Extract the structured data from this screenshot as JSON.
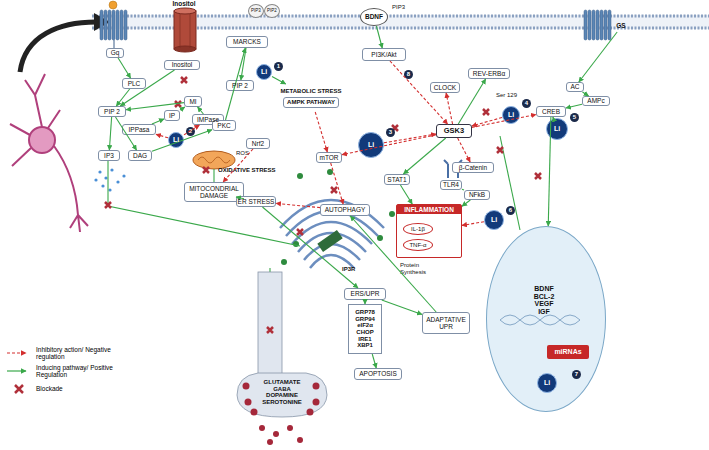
{
  "diagram": {
    "nodes": [
      {
        "text": [
          "Gq"
        ]
      },
      {
        "text": [
          "Inositol"
        ]
      },
      {
        "text": [
          "Inositol"
        ]
      },
      {
        "text": [
          "PIP3"
        ]
      },
      {
        "text": [
          "PIP2"
        ]
      },
      {
        "text": [
          "MARCKS"
        ]
      },
      {
        "text": [
          "BDNF"
        ]
      },
      {
        "text": [
          "PI3K/Akt"
        ]
      },
      {
        "text": [
          "GS"
        ]
      },
      {
        "text": [
          "AC"
        ]
      },
      {
        "text": [
          "AMPc"
        ]
      },
      {
        "text": [
          "CREB"
        ]
      },
      {
        "text": [
          "PLC"
        ]
      },
      {
        "text": [
          "PIP 2"
        ]
      },
      {
        "text": [
          "MI"
        ]
      },
      {
        "text": [
          "IMPase"
        ]
      },
      {
        "text": [
          "IP"
        ]
      },
      {
        "text": [
          "IPPasa"
        ]
      },
      {
        "text": [
          "Li"
        ]
      },
      {
        "text": [
          "IP3"
        ]
      },
      {
        "text": [
          "DAG"
        ]
      },
      {
        "text": [
          "PKC"
        ]
      },
      {
        "text": [
          "PIP 2"
        ]
      },
      {
        "text": [
          "Li"
        ]
      },
      {
        "text": [
          "METABOLIC STRESS",
          "AMPK PATHWAY"
        ]
      },
      {
        "text": [
          "Nrf2"
        ]
      },
      {
        "text": [
          "MITOCONDRIAL DAMAGE"
        ]
      },
      {
        "text": [
          "ER STRESS"
        ]
      },
      {
        "text": [
          "AUTOPHAGY"
        ]
      },
      {
        "text": [
          "mTOR"
        ]
      },
      {
        "text": [
          "Li"
        ]
      },
      {
        "text": [
          "CLOCK"
        ]
      },
      {
        "text": [
          "REV-ERBα"
        ]
      },
      {
        "text": [
          "GSK3"
        ]
      },
      {
        "text": [
          "Li"
        ]
      },
      {
        "text": [
          "Li"
        ]
      },
      {
        "text": [
          "STAT1"
        ]
      },
      {
        "text": [
          "β-Catenin"
        ]
      },
      {
        "text": [
          "TLR4"
        ]
      },
      {
        "text": [
          "NFkB"
        ]
      },
      {
        "text": [
          "Li"
        ]
      },
      {
        "text": [
          "INFLAMMATION"
        ]
      },
      {
        "text": [
          "IL-1β"
        ],
        "in": 41
      },
      {
        "text": [
          "TNF-α"
        ],
        "in": 41
      },
      {
        "text": [
          "ERS/UPR"
        ]
      },
      {
        "text": [
          "GRP78 GRP94 eIF2α CHOP IRE1 XBP1"
        ]
      },
      {
        "text": [
          "ADAPTATIVE UPR"
        ]
      },
      {
        "text": [
          "APOPTOSIS"
        ]
      },
      {
        "text": [
          "GLUTAMATE GABA DOPAMINE SEROTONINE"
        ]
      },
      {
        "text": [
          "BDNF BCL-2 VEGF IGF"
        ]
      },
      {
        "text": [
          "miRNAs"
        ],
        "in": 49
      },
      {
        "text": [
          "Li"
        ],
        "in": 49
      }
    ],
    "edges": [
      {
        "from": 0,
        "to": 12,
        "arrow": "to"
      },
      {
        "from": 12,
        "to": 13,
        "arrow": "to"
      },
      {
        "from": 13,
        "to": 19,
        "arrow": "to"
      },
      {
        "from": 13,
        "to": 20,
        "arrow": "to"
      },
      {
        "from": 17,
        "to": 16,
        "arrow": "to"
      },
      {
        "from": 16,
        "to": 14,
        "arrow": "to"
      },
      {
        "from": 15,
        "to": 14,
        "arrow": "to"
      },
      {
        "from": 14,
        "to": 13,
        "arrow": "to"
      },
      {
        "from": 2,
        "to": 13,
        "arrow": "to"
      },
      {
        "from": 18,
        "to": 17,
        "arrow": "to"
      },
      {
        "from": 18,
        "to": 15,
        "arrow": "to"
      },
      {
        "from": 20,
        "to": 21,
        "arrow": "to"
      },
      {
        "from": 21,
        "to": 5,
        "arrow": "to"
      },
      {
        "from": 5,
        "to": 22,
        "arrow": "to"
      },
      {
        "from": 23,
        "to": 24,
        "arrow": "to"
      },
      {
        "from": 6,
        "to": 7,
        "arrow": "to"
      },
      {
        "from": 7,
        "to": 33,
        "arrow": "to"
      },
      {
        "from": 30,
        "to": 33,
        "arrow": "to"
      },
      {
        "from": 33,
        "to": 31,
        "arrow": "to"
      },
      {
        "from": 33,
        "to": 32,
        "arrow": "to"
      },
      {
        "from": 33,
        "to": 11,
        "arrow": "to"
      },
      {
        "from": 9,
        "to": 10,
        "arrow": "to"
      },
      {
        "from": 10,
        "to": 11,
        "arrow": "to"
      },
      {
        "from": 8,
        "to": 9,
        "arrow": "to"
      },
      {
        "from": 34,
        "to": 33,
        "arrow": "to"
      },
      {
        "from": 35,
        "to": 11,
        "arrow": "to"
      },
      {
        "from": 33,
        "to": 29,
        "arrow": "to"
      },
      {
        "from": 29,
        "to": 28,
        "arrow": "to"
      },
      {
        "from": 24,
        "to": 29,
        "arrow": "to"
      },
      {
        "from": 25,
        "to": 26,
        "arrow": "to"
      },
      {
        "from": 26,
        "to": 27,
        "arrow": "to"
      },
      {
        "from": 27,
        "to": 44,
        "arrow": "to"
      },
      {
        "from": 44,
        "to": 45,
        "arrow": "to"
      },
      {
        "from": 45,
        "to": 47,
        "arrow": "to"
      },
      {
        "from": 46,
        "to": 28,
        "arrow": "to"
      },
      {
        "from": 44,
        "to": 46,
        "arrow": "to"
      },
      {
        "from": 33,
        "to": 37,
        "arrow": "to"
      },
      {
        "from": 38,
        "to": 39,
        "arrow": "none"
      },
      {
        "from": 39,
        "to": 41,
        "arrow": "to"
      },
      {
        "from": 40,
        "to": 41,
        "arrow": "to"
      },
      {
        "from": 33,
        "to": 36,
        "arrow": "to"
      },
      {
        "from": 36,
        "to": 41,
        "arrow": "to"
      },
      {
        "from": 11,
        "to": 49,
        "arrow": "to"
      },
      {
        "from": 28,
        "to": 27,
        "arrow": "to"
      }
    ],
    "labels": [
      "PIP3",
      "ROS",
      "OXIDATIVE STRESS",
      "Ser 129",
      "Protein Synthesis",
      "IP3R",
      "1",
      "2",
      "3",
      "4",
      "5",
      "6",
      "7",
      "8"
    ],
    "legend": [
      {
        "text": "Inhibitory action/ Negative regulation"
      },
      {
        "text": "Inducing pathway/ Positive Regulation"
      },
      {
        "text": "Blockade"
      }
    ]
  }
}
